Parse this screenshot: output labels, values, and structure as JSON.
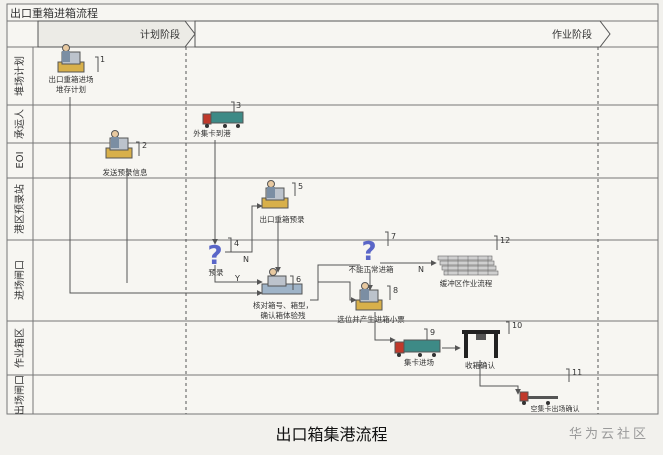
{
  "diagram": {
    "title": "出口重箱进箱流程",
    "phases": [
      "计划阶段",
      "作业阶段"
    ],
    "lanes": [
      "堆场计划",
      "承运人",
      "EOI",
      "港区预录站",
      "进场闸口",
      "作业箱区",
      "出场闸口"
    ],
    "steps": [
      {
        "num": "1",
        "label": "出口重箱进场\n堆存计划"
      },
      {
        "num": "2",
        "label": "发送预录信息"
      },
      {
        "num": "3",
        "label": "外集卡到港"
      },
      {
        "num": "4",
        "label": "预录"
      },
      {
        "num": "5",
        "label": "出口重箱预录"
      },
      {
        "num": "6",
        "label": "核对箱号、箱型，\n确认箱体验残"
      },
      {
        "num": "7",
        "label": "不能正常进箱"
      },
      {
        "num": "8",
        "label": "选位并产生进箱小票"
      },
      {
        "num": "9",
        "label": "集卡进场"
      },
      {
        "num": "10",
        "label": "收箱确认"
      },
      {
        "num": "11",
        "label": "空集卡出场确认"
      },
      {
        "num": "12",
        "label": "缓冲区作业流程"
      }
    ],
    "branch_labels": {
      "no": "N",
      "yes": "Y"
    }
  },
  "caption": "出口箱集港流程",
  "watermark": "华为云社区",
  "colors": {
    "line": "#555555",
    "lane_border": "#777777",
    "question": "#5a66c8",
    "truck_cab": "#c0392b",
    "truck_body": "#3d8a86"
  }
}
